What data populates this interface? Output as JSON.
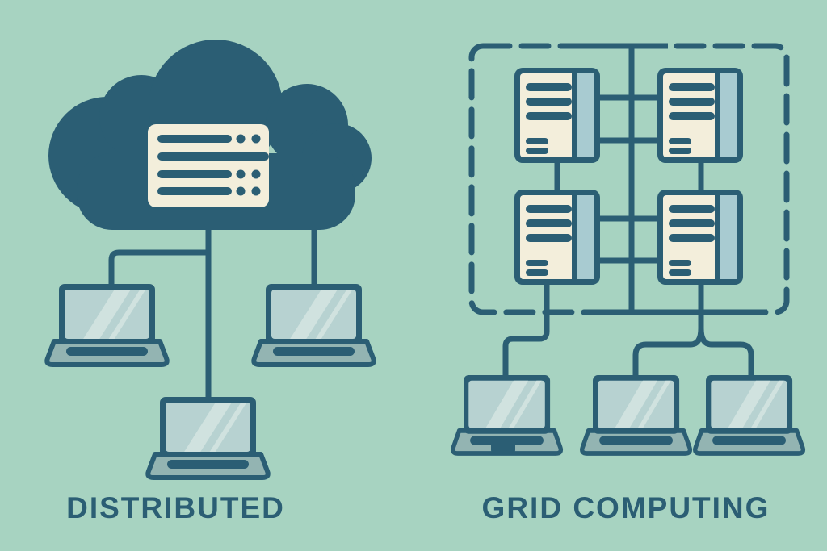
{
  "colors": {
    "background": "#a7d3c1",
    "ink": "#2b5e74",
    "cream": "#f3eedb",
    "strip": "#a8cbd1",
    "screen": "#b7d2d1",
    "glare": "#d0e2df",
    "base": "#93b4b2"
  },
  "left_diagram": {
    "label": "DISTRIBUTED",
    "icons": [
      "cloud-icon",
      "server-rack-icon",
      "laptop-icon",
      "laptop-icon",
      "laptop-icon"
    ]
  },
  "right_diagram": {
    "label": "GRID COMPUTING",
    "icons": [
      "dashed-boundary-box",
      "server-node-icon",
      "server-node-icon",
      "server-node-icon",
      "server-node-icon",
      "laptop-icon",
      "laptop-icon",
      "laptop-icon"
    ]
  }
}
